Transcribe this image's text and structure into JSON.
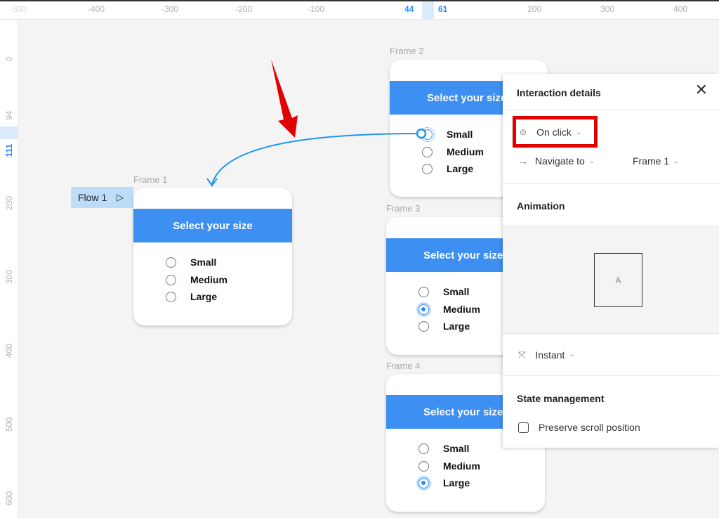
{
  "rulers": {
    "top": [
      "-500",
      "-400",
      "-300",
      "-200",
      "-100",
      "44",
      "61",
      "200",
      "300",
      "400"
    ],
    "left": [
      "0",
      "94",
      "111",
      "200",
      "300",
      "400",
      "500",
      "600"
    ]
  },
  "flow": {
    "label": "Flow 1"
  },
  "frames": [
    {
      "label": "Frame 1",
      "header": "Select your size",
      "options": [
        "Small",
        "Medium",
        "Large"
      ],
      "selected": null
    },
    {
      "label": "Frame 2",
      "header": "Select your size",
      "options": [
        "Small",
        "Medium",
        "Large"
      ],
      "selected": null
    },
    {
      "label": "Frame 3",
      "header": "Select your size",
      "options": [
        "Small",
        "Medium",
        "Large"
      ],
      "selected": "Medium"
    },
    {
      "label": "Frame 4",
      "header": "Select your size",
      "options": [
        "Small",
        "Medium",
        "Large"
      ],
      "selected": "Large"
    }
  ],
  "panel": {
    "title": "Interaction details",
    "trigger": "On click",
    "action": "Navigate to",
    "destination": "Frame 1",
    "animation_heading": "Animation",
    "preview_letter": "A",
    "animation_type": "Instant",
    "state_heading": "State management",
    "preserve_scroll": "Preserve scroll position",
    "preserve_scroll_checked": false
  },
  "colors": {
    "accent": "#3d8ff2",
    "annotation": "#e00000"
  }
}
